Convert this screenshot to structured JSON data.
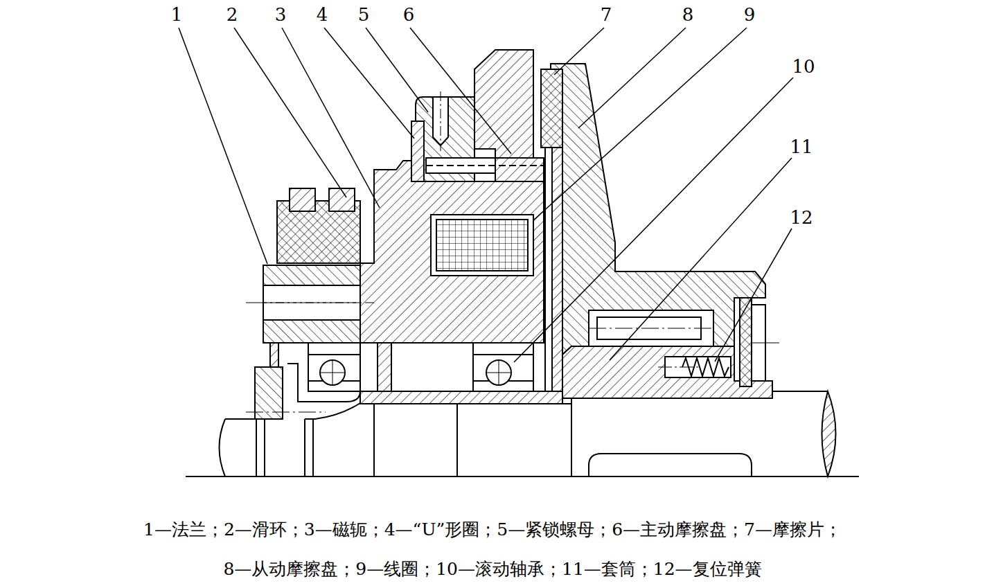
{
  "diagram": {
    "labels": [
      "1",
      "2",
      "3",
      "4",
      "5",
      "6",
      "7",
      "8",
      "9",
      "10",
      "11",
      "12",
      "1—法兰；2—滑环；3—磁轭；4—“U”形圈；5—紧锁螺母；6—主动摩擦盘；7—摩擦片；",
      "8—从动摩擦盘；9—线圈；10—滚动轴承；11—套筒；12—复位弹簧"
    ]
  }
}
